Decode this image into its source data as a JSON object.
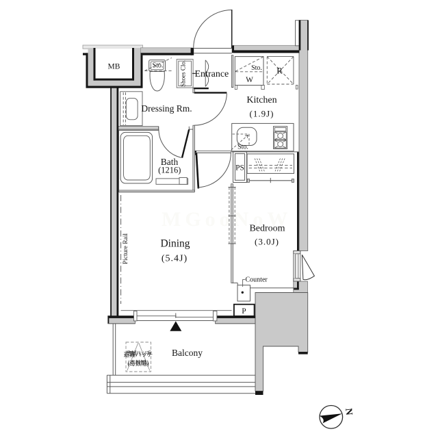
{
  "plan": {
    "rooms": {
      "entrance": {
        "label": "Entrance"
      },
      "kitchen": {
        "label": "Kitchen",
        "size": "(1.9J)"
      },
      "dressing": {
        "label": "Dressing Rm."
      },
      "bath": {
        "label": "Bath",
        "size": "(1216)"
      },
      "dining": {
        "label": "Dining",
        "size": "(5.4J)"
      },
      "bedroom": {
        "label": "Bedroom",
        "size": "(3.0J)"
      },
      "balcony": {
        "label": "Balcony"
      }
    },
    "labels": {
      "mb": "MB",
      "sto": "Sto.",
      "shoes_closet": "Shoes Clo.",
      "washer": "W",
      "refrigerator": "R",
      "pipe_space": "PS",
      "pipe": "P",
      "counter": "Counter",
      "picture_rail": "Picture Rail",
      "hatch_line1": "避難ハッチ",
      "hatch_line2": "(奇数階)",
      "north": "N",
      "watermark": "MGooNoW"
    },
    "colors": {
      "wall_gray": "#c9c9c9",
      "band_gray": "#e2e2e2",
      "ink": "#161616",
      "line": "#4a4a4a",
      "thin": "#6a6a6a"
    }
  }
}
